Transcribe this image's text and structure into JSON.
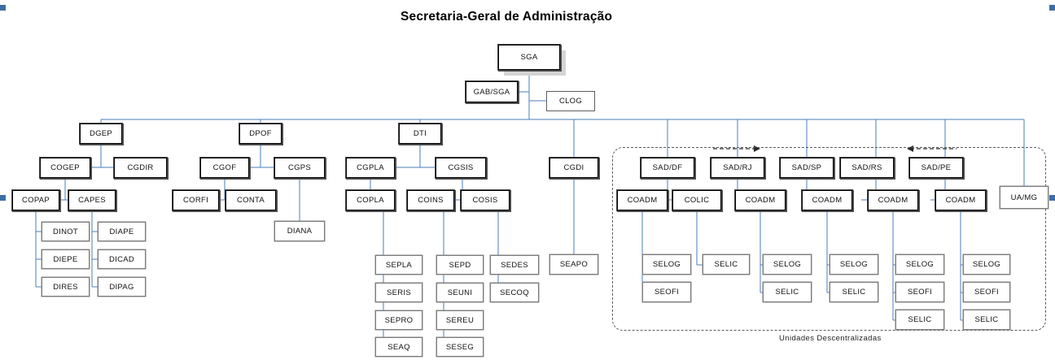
{
  "title": "Secretaria-Geral de Administração",
  "group": {
    "label": "Unidades Descentralizadas"
  },
  "colors": {
    "connector": "#4a7ebb",
    "box_border_dark": "#000000",
    "box_border_gray": "#7b7b7b",
    "shadow": "#d4d4d4",
    "handle": "#3b6ea5",
    "dashed": "#5a5a5a"
  },
  "nodes": {
    "sga": "SGA",
    "gab_sga": "GAB/SGA",
    "clog": "CLOG",
    "dgep": "DGEP",
    "cogep": "COGEP",
    "cgdir": "CGDIR",
    "copap": "COPAP",
    "capes": "CAPES",
    "dinot": "DINOT",
    "diepe": "DIEPE",
    "dires": "DIRES",
    "diape": "DIAPE",
    "dicad": "DICAD",
    "dipag": "DIPAG",
    "dpof": "DPOF",
    "cgof": "CGOF",
    "cgps": "CGPS",
    "corfi": "CORFI",
    "conta": "CONTA",
    "diana": "DIANA",
    "dti": "DTI",
    "cgpla": "CGPLA",
    "cgsis": "CGSIS",
    "copla": "COPLA",
    "coins": "COINS",
    "cosis": "COSIS",
    "sepla": "SEPLA",
    "seris": "SERIS",
    "sepro": "SEPRO",
    "seaq": "SEAQ",
    "sepd": "SEPD",
    "seuni": "SEUNI",
    "sereu": "SEREU",
    "seseg": "SESEG",
    "sedes": "SEDES",
    "secoq": "SECOQ",
    "cgdi": "CGDI",
    "seapo": "SEAPO",
    "sad_df": "SAD/DF",
    "sad_df_coadm": "COADM",
    "sad_df_colic": "COLIC",
    "sad_df_selog": "SELOG",
    "sad_df_seofi": "SEOFI",
    "sad_df_selic": "SELIC",
    "sad_rj": "SAD/RJ",
    "sad_rj_coadm": "COADM",
    "sad_rj_selog": "SELOG",
    "sad_rj_selic": "SELIC",
    "sad_sp": "SAD/SP",
    "sad_sp_coadm": "COADM",
    "sad_sp_selog": "SELOG",
    "sad_sp_selic": "SELIC",
    "sad_rs": "SAD/RS",
    "sad_rs_coadm": "COADM",
    "sad_rs_selog": "SELOG",
    "sad_rs_seofi": "SEOFI",
    "sad_rs_selic": "SELIC",
    "sad_pe": "SAD/PE",
    "sad_pe_coadm": "COADM",
    "sad_pe_selog": "SELOG",
    "sad_pe_seofi": "SEOFI",
    "sad_pe_selic": "SELIC",
    "ua_mg": "UA/MG"
  }
}
